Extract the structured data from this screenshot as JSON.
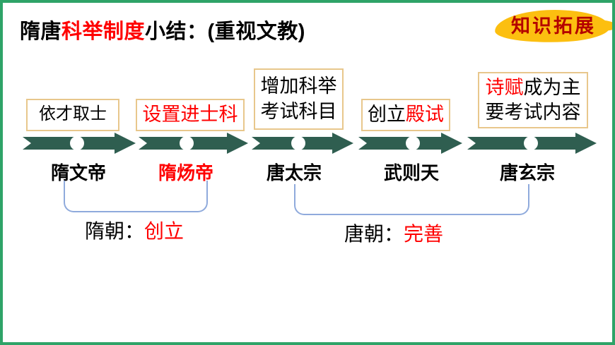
{
  "slide": {
    "title": {
      "pre": "隋唐",
      "highlight": "科举制度",
      "post": "小结：(重视文教)"
    },
    "badge": {
      "label": "知识拓展"
    },
    "timeline": {
      "stages": [
        {
          "emperor": "隋文帝",
          "emperor_red": false,
          "note_lines": [
            [
              {
                "t": "依才取士",
                "red": false
              }
            ]
          ]
        },
        {
          "emperor": "隋炀帝",
          "emperor_red": true,
          "note_lines": [
            [
              {
                "t": "设置进士科",
                "red": true
              }
            ]
          ]
        },
        {
          "emperor": "唐太宗",
          "emperor_red": false,
          "note_lines": [
            [
              {
                "t": "增加科举",
                "red": false
              }
            ],
            [
              {
                "t": "考试科目",
                "red": false
              }
            ]
          ]
        },
        {
          "emperor": "武则天",
          "emperor_red": false,
          "note_lines": [
            [
              {
                "t": "创立",
                "red": false
              },
              {
                "t": "殿试",
                "red": true
              }
            ]
          ]
        },
        {
          "emperor": "唐玄宗",
          "emperor_red": false,
          "note_lines": [
            [
              {
                "t": "诗赋",
                "red": true
              },
              {
                "t": "成为主",
                "red": false
              }
            ],
            [
              {
                "t": "要考试内容",
                "red": false
              }
            ]
          ]
        }
      ]
    },
    "brackets": [
      {
        "label": "隋朝：",
        "value": "创立"
      },
      {
        "label": "唐朝：",
        "value": "完善"
      }
    ],
    "colors": {
      "frame_green": "#2ea368",
      "arrow_green": "#2f5e50",
      "box_border": "#e8c78c",
      "highlight_red": "#ff0000",
      "badge_text": "#b40000",
      "badge_bg": "#fcbf10",
      "bracket_blue": "#8faadc"
    }
  }
}
